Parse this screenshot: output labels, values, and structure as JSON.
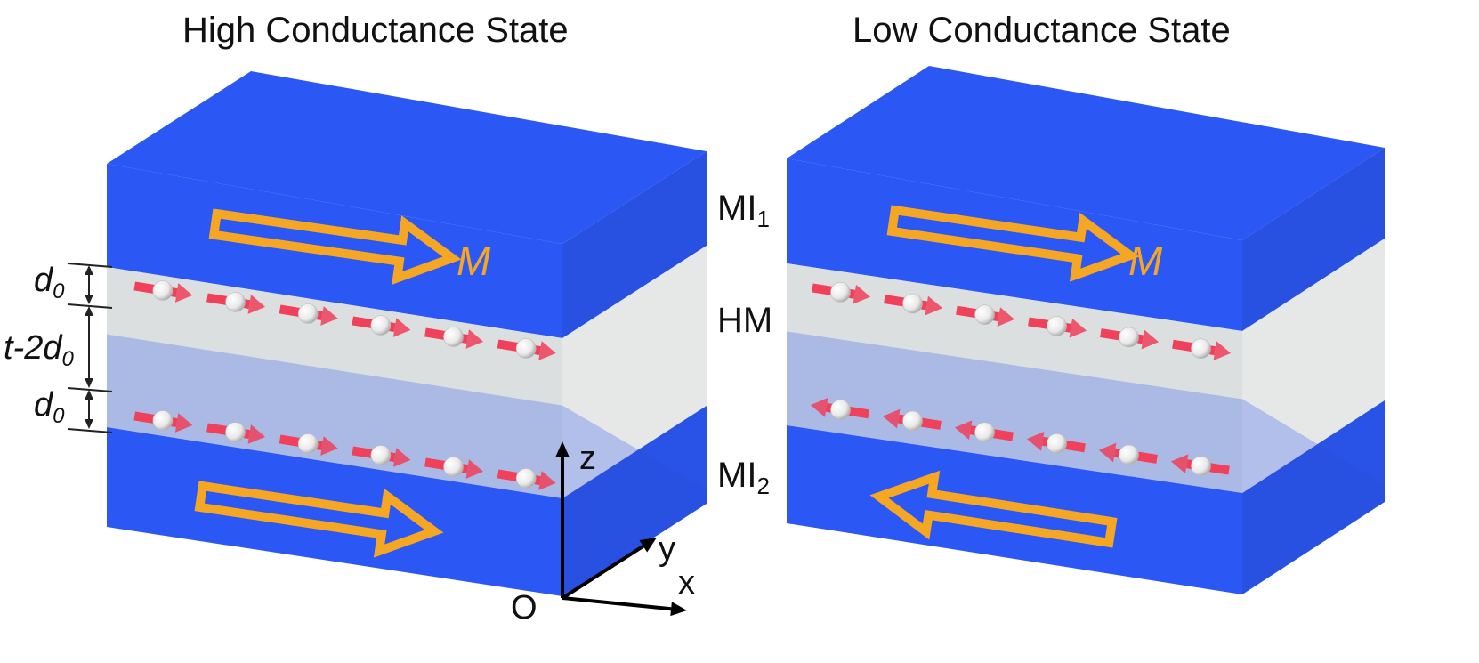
{
  "panels": [
    {
      "title": "High Conductance State",
      "bottom_layer_direction": "+x",
      "bottom_spin_direction": "+x"
    },
    {
      "title": "Low Conductance State",
      "bottom_layer_direction": "-x",
      "bottom_spin_direction": "-x"
    }
  ],
  "layer_labels": {
    "mi1_main": "MI",
    "mi1_sub": "1",
    "hm": "HM",
    "mi2_main": "MI",
    "mi2_sub": "2"
  },
  "magnetization_label": "M",
  "dimensions": {
    "d0_main": "d",
    "d0_sub": "0",
    "middle_main": "t-2d",
    "middle_sub": "0"
  },
  "axes": {
    "z": "z",
    "y": "y",
    "x": "x",
    "origin": "O"
  },
  "colors": {
    "mi_layer": "#2b58f5",
    "hm_layer": "#e2e4e3",
    "magnetization_arrow": "#f5a623",
    "spin_arrow": "#f0405a",
    "spin_ball": "#ffffff"
  }
}
